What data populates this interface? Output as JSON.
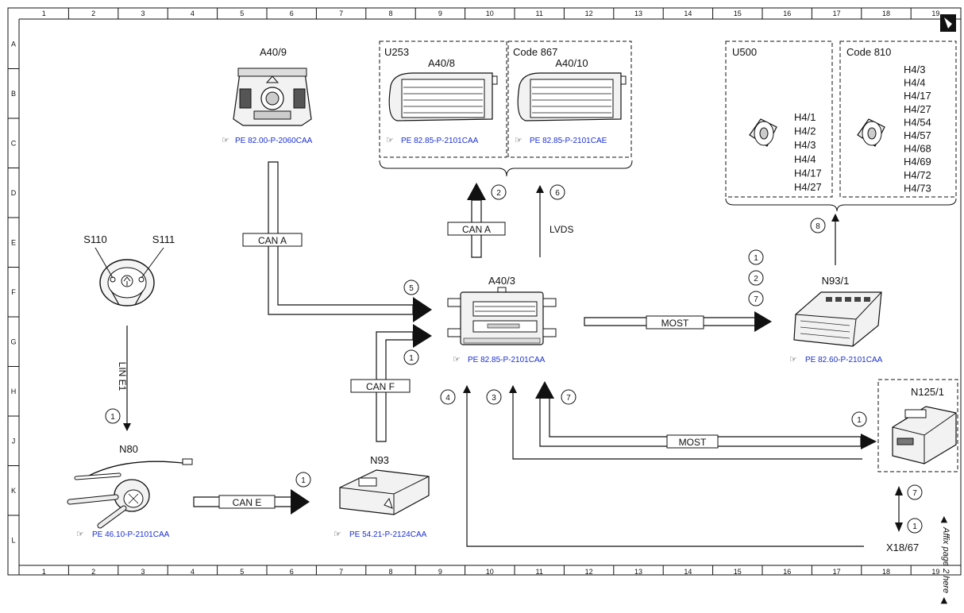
{
  "grid": {
    "columns": [
      "1",
      "2",
      "3",
      "4",
      "5",
      "6",
      "7",
      "8",
      "9",
      "10",
      "11",
      "12",
      "13",
      "14",
      "15",
      "16",
      "17",
      "18",
      "19"
    ],
    "rows": [
      "A",
      "B",
      "C",
      "D",
      "E",
      "F",
      "G",
      "H",
      "J",
      "K",
      "L"
    ]
  },
  "components": {
    "a40_9": {
      "label": "A40/9",
      "ref": "PE 82.00-P-2060CAA"
    },
    "u253_box": {
      "variant": "U253",
      "label": "A40/8",
      "ref": "PE 82.85-P-2101CAA"
    },
    "code867_box": {
      "variant": "Code 867",
      "label": "A40/10",
      "ref": "PE 82.85-P-2101CAE"
    },
    "u500_box": {
      "variant": "U500",
      "items": [
        "H4/1",
        "H4/2",
        "H4/3",
        "H4/4",
        "H4/17",
        "H4/27"
      ]
    },
    "code810_box": {
      "variant": "Code 810",
      "items": [
        "H4/3",
        "H4/4",
        "H4/17",
        "H4/27",
        "H4/54",
        "H4/57",
        "H4/68",
        "H4/69",
        "H4/72",
        "H4/73"
      ]
    },
    "steering_wheel": {
      "left_label": "S110",
      "right_label": "S111"
    },
    "a40_3": {
      "label": "A40/3",
      "ref": "PE 82.85-P-2101CAA"
    },
    "n93_1": {
      "label": "N93/1",
      "ref": "PE 82.60-P-2101CAA"
    },
    "n80": {
      "label": "N80",
      "ref": "PE 46.10-P-2101CAA"
    },
    "n93": {
      "label": "N93",
      "ref": "PE 54.21-P-2124CAA"
    },
    "n125_1": {
      "label": "N125/1"
    },
    "x18_67": {
      "label": "X18/67"
    }
  },
  "buses": {
    "can_a_left": "CAN A",
    "can_a_top": "CAN A",
    "lvds": "LVDS",
    "most_right": "MOST",
    "can_f": "CAN F",
    "most_bottom": "MOST",
    "can_e": "CAN E",
    "lin_e1": "LIN E1"
  },
  "callouts": {
    "c_a40_8": "2",
    "c_a40_10": "6",
    "c_can_a": "5",
    "c_can_f": "1",
    "c_n93_1_a": "1",
    "c_n93_1_b": "2",
    "c_n93_1_c": "7",
    "c_code810": "8",
    "c_x18": "4",
    "c_n125_return": "3",
    "c_most_bottom": "7",
    "c_n125": "1",
    "c_lin": "1",
    "c_can_e": "1",
    "c_x18_up": "7",
    "c_x18_down": "1"
  },
  "side_note": "Affix page 2 here"
}
